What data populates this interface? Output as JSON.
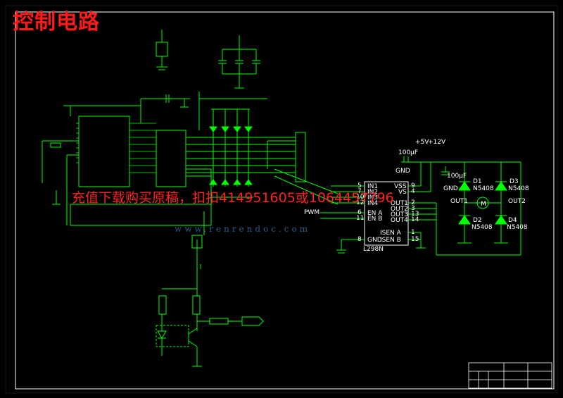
{
  "title": "控制电路",
  "watermark": "充值下载购买原稿，扣扣414951605或1064457796",
  "watermark_url": "www.renrendoc.com",
  "colors": {
    "background": "#000000",
    "frame": "#ffffff",
    "wire": "#00ff00",
    "diode": "#00ff00",
    "title": "#ff1a1a"
  },
  "ic_l298": {
    "name": "L298N",
    "left_pins": [
      {
        "num": "5",
        "label": "IN1"
      },
      {
        "num": "7",
        "label": "IN2"
      },
      {
        "num": "10",
        "label": "IN3"
      },
      {
        "num": "12",
        "label": "IN4"
      },
      {
        "num": "6",
        "label": "EN A"
      },
      {
        "num": "11",
        "label": "EN B"
      },
      {
        "num": "8",
        "label": "GND"
      }
    ],
    "right_pins": [
      {
        "num": "9",
        "label": "VSS"
      },
      {
        "num": "4",
        "label": "VS"
      },
      {
        "num": "2",
        "label": "OUT1"
      },
      {
        "num": "3",
        "label": "OUT2"
      },
      {
        "num": "13",
        "label": "OUT3"
      },
      {
        "num": "14",
        "label": "OUT4"
      },
      {
        "num": "1",
        "label": "ISEN A"
      },
      {
        "num": "15",
        "label": "ISEN B"
      }
    ]
  },
  "pwm_label": "PWM",
  "power": {
    "v5": "+5V",
    "v12": "+12V",
    "gnd1": "GND",
    "gnd2": "GND"
  },
  "capacitors": {
    "c1": "100μF",
    "c2": "100μF"
  },
  "diodes": [
    {
      "name": "D1",
      "part": "N5408"
    },
    {
      "name": "D2",
      "part": "N5408"
    },
    {
      "name": "D3",
      "part": "N5408"
    },
    {
      "name": "D4",
      "part": "N5408"
    }
  ],
  "outputs": {
    "out1": "OUT1",
    "out2": "OUT2"
  },
  "motor_label": "M"
}
